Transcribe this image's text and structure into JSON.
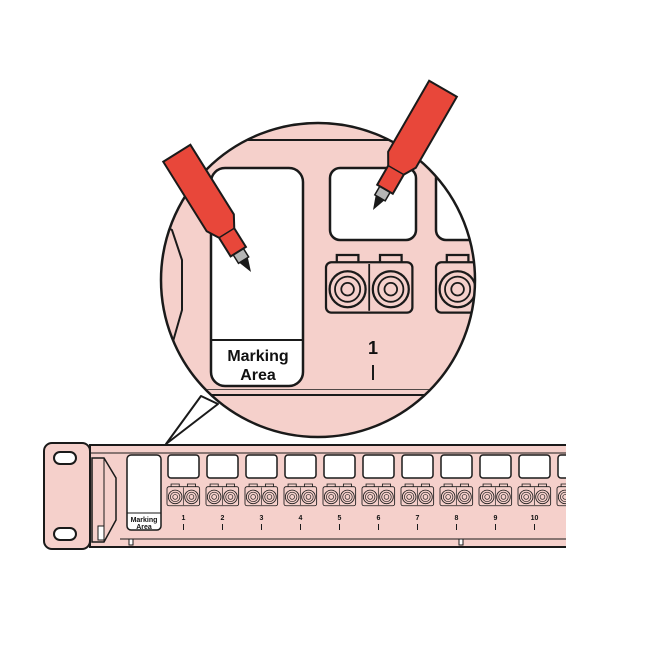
{
  "colors": {
    "panel_fill": "#f5d0cb",
    "outline": "#1a1a1a",
    "label_fill": "#ffffff",
    "marker_red": "#e8473a",
    "marker_gray": "#b5b5b5",
    "background": "#ffffff"
  },
  "zoom": {
    "marking_label_line1": "Marking",
    "marking_label_line2": "Area",
    "port_number": "1"
  },
  "panel": {
    "marking_label_line1": "Marking",
    "marking_label_line2": "Area",
    "port_numbers": [
      "1",
      "2",
      "3",
      "4",
      "5",
      "6",
      "7",
      "8",
      "9",
      "10"
    ]
  },
  "icons": {
    "pen": "marker-pen-icon",
    "connector": "duplex-lc-connector-icon",
    "mount_hole": "rack-mount-hole-icon"
  }
}
